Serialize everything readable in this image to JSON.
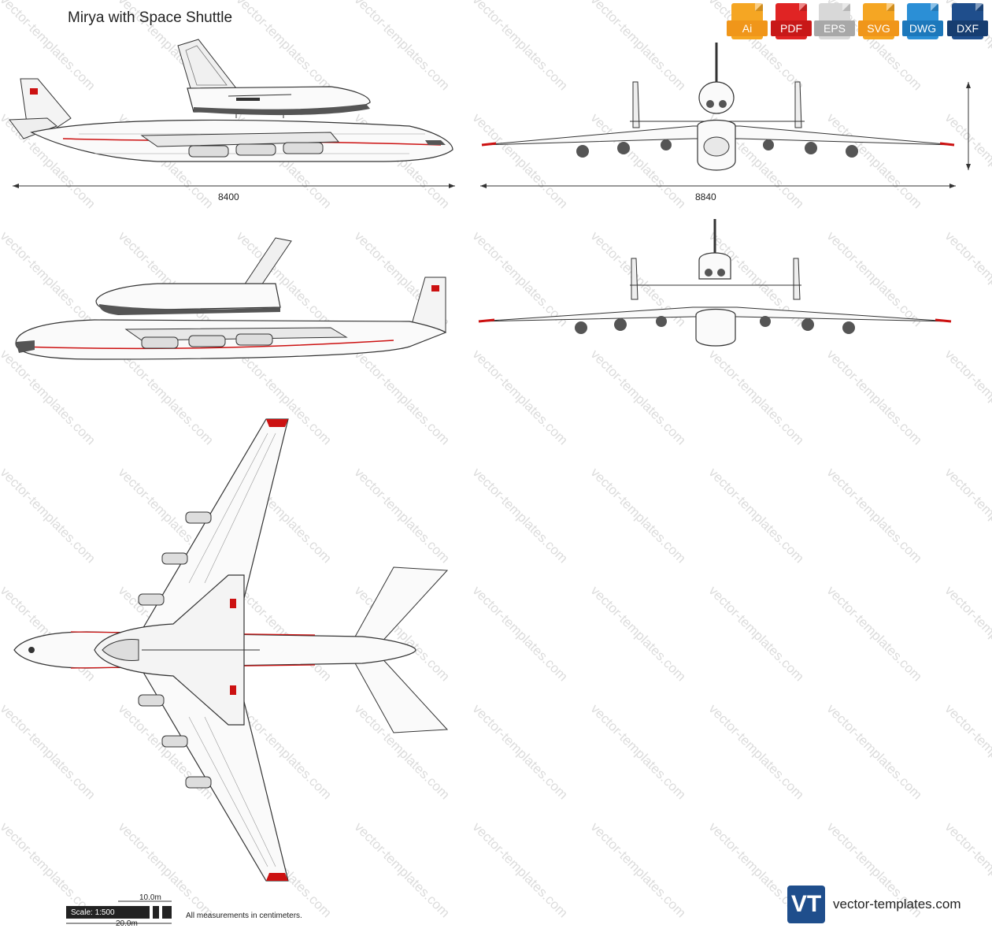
{
  "title": "Mirya with Space Shuttle",
  "watermark": "vector-templates.com",
  "formats": [
    {
      "label": "Ai",
      "color": "#f5a623",
      "icon": "ai-file-icon"
    },
    {
      "label": "PDF",
      "color": "#e02424",
      "icon": "pdf-file-icon"
    },
    {
      "label": "EPS",
      "color": "#c9c9c9",
      "icon": "eps-file-icon"
    },
    {
      "label": "SVG",
      "color": "#f5a623",
      "icon": "svg-file-icon"
    },
    {
      "label": "DWG",
      "color": "#2b8fd6",
      "icon": "dwg-file-icon"
    },
    {
      "label": "DXF",
      "color": "#1f4e8c",
      "icon": "dxf-file-icon"
    }
  ],
  "dimensions": {
    "side_length": "8400",
    "front_wingspan": "8840"
  },
  "scale": {
    "label": "Scale: 1:500",
    "ten": "10.0m",
    "twenty": "20.0m"
  },
  "note": "All measurements in centimeters.",
  "brand": {
    "text": "vector-templates.com",
    "logo": "VT"
  },
  "colors": {
    "red": "#cc1111",
    "outline": "#333333",
    "engine": "#555555",
    "fuselage": "#fafafa"
  }
}
